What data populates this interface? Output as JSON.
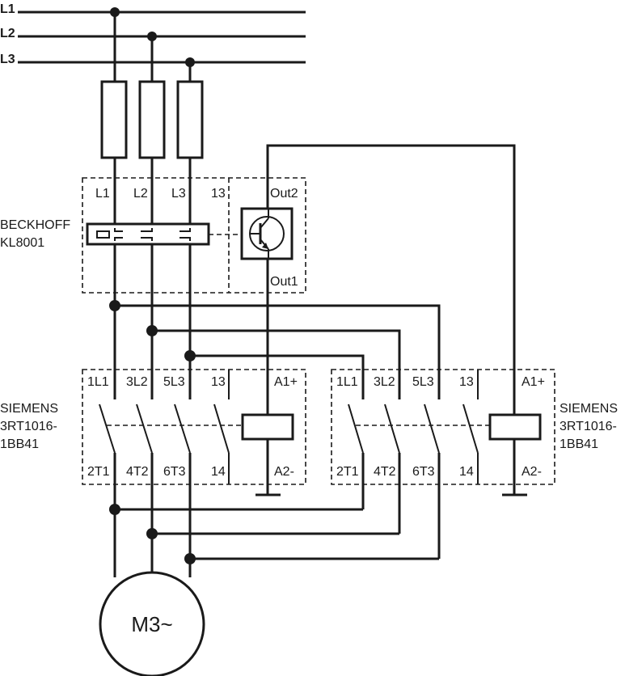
{
  "lines": {
    "l1": "L1",
    "l2": "L2",
    "l3": "L3"
  },
  "beckhoff": {
    "name": "BECKHOFF",
    "model": "KL8001",
    "terminals": [
      "L1",
      "L2",
      "L3",
      "13"
    ],
    "out2": "Out2",
    "out1": "Out1"
  },
  "contactor_left": {
    "brand": "SIEMENS",
    "model_line1": "3RT1016-",
    "model_line2": "1BB41",
    "top_terminals": [
      "1L1",
      "3L2",
      "5L3",
      "13",
      "A1+"
    ],
    "bottom_terminals": [
      "2T1",
      "4T2",
      "6T3",
      "14",
      "A2-"
    ]
  },
  "contactor_right": {
    "brand": "SIEMENS",
    "model_line1": "3RT1016-",
    "model_line2": "1BB41",
    "top_terminals": [
      "1L1",
      "3L2",
      "5L3",
      "13",
      "A1+"
    ],
    "bottom_terminals": [
      "2T1",
      "4T2",
      "6T3",
      "14",
      "A2-"
    ]
  },
  "motor": {
    "label": "M3~"
  }
}
